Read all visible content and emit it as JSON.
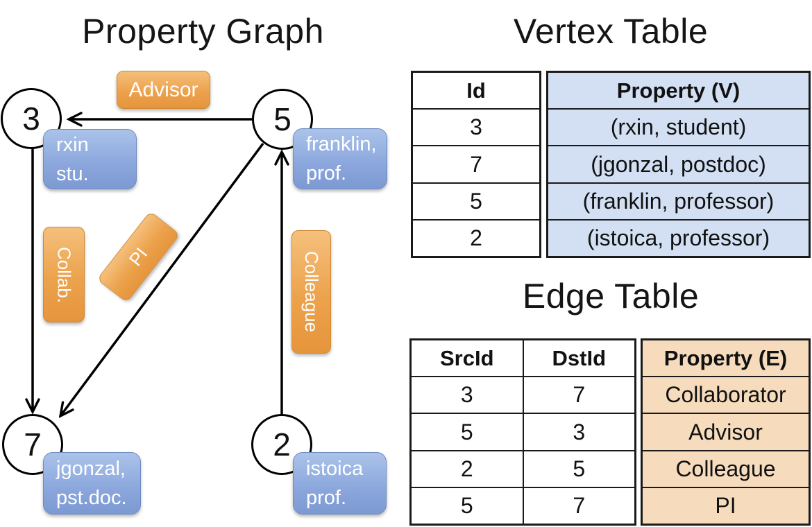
{
  "colors": {
    "edge_label_orange": "#ECA24C",
    "vertex_box_blue": "#8AA6DC",
    "vertex_table_fill": "#D3E0F4",
    "edge_table_fill": "#F6DCBD",
    "line_color": "#000000"
  },
  "graph": {
    "title": "Property Graph",
    "nodes": [
      {
        "id": "3"
      },
      {
        "id": "5"
      },
      {
        "id": "7"
      },
      {
        "id": "2"
      }
    ],
    "node_property_boxes": [
      {
        "line1": "rxin",
        "line2": "stu."
      },
      {
        "line1": "franklin,",
        "line2": "prof."
      },
      {
        "line1": "jgonzal,",
        "line2": "pst.doc."
      },
      {
        "line1": "istoica",
        "line2": "prof."
      }
    ],
    "edge_labels": [
      {
        "label": "Advisor"
      },
      {
        "label": "Collab."
      },
      {
        "label": "PI"
      },
      {
        "label": "Colleague"
      }
    ]
  },
  "vertex_table": {
    "title": "Vertex Table",
    "headers": {
      "id": "Id",
      "property": "Property (V)"
    },
    "rows": [
      {
        "id": "3",
        "property": "(rxin, student)"
      },
      {
        "id": "7",
        "property": "(jgonzal, postdoc)"
      },
      {
        "id": "5",
        "property": "(franklin, professor)"
      },
      {
        "id": "2",
        "property": "(istoica, professor)"
      }
    ]
  },
  "edge_table": {
    "title": "Edge Table",
    "headers": {
      "src": "SrcId",
      "dst": "DstId",
      "property": "Property (E)"
    },
    "rows": [
      {
        "src": "3",
        "dst": "7",
        "property": "Collaborator"
      },
      {
        "src": "5",
        "dst": "3",
        "property": "Advisor"
      },
      {
        "src": "2",
        "dst": "5",
        "property": "Colleague"
      },
      {
        "src": "5",
        "dst": "7",
        "property": "PI"
      }
    ]
  }
}
